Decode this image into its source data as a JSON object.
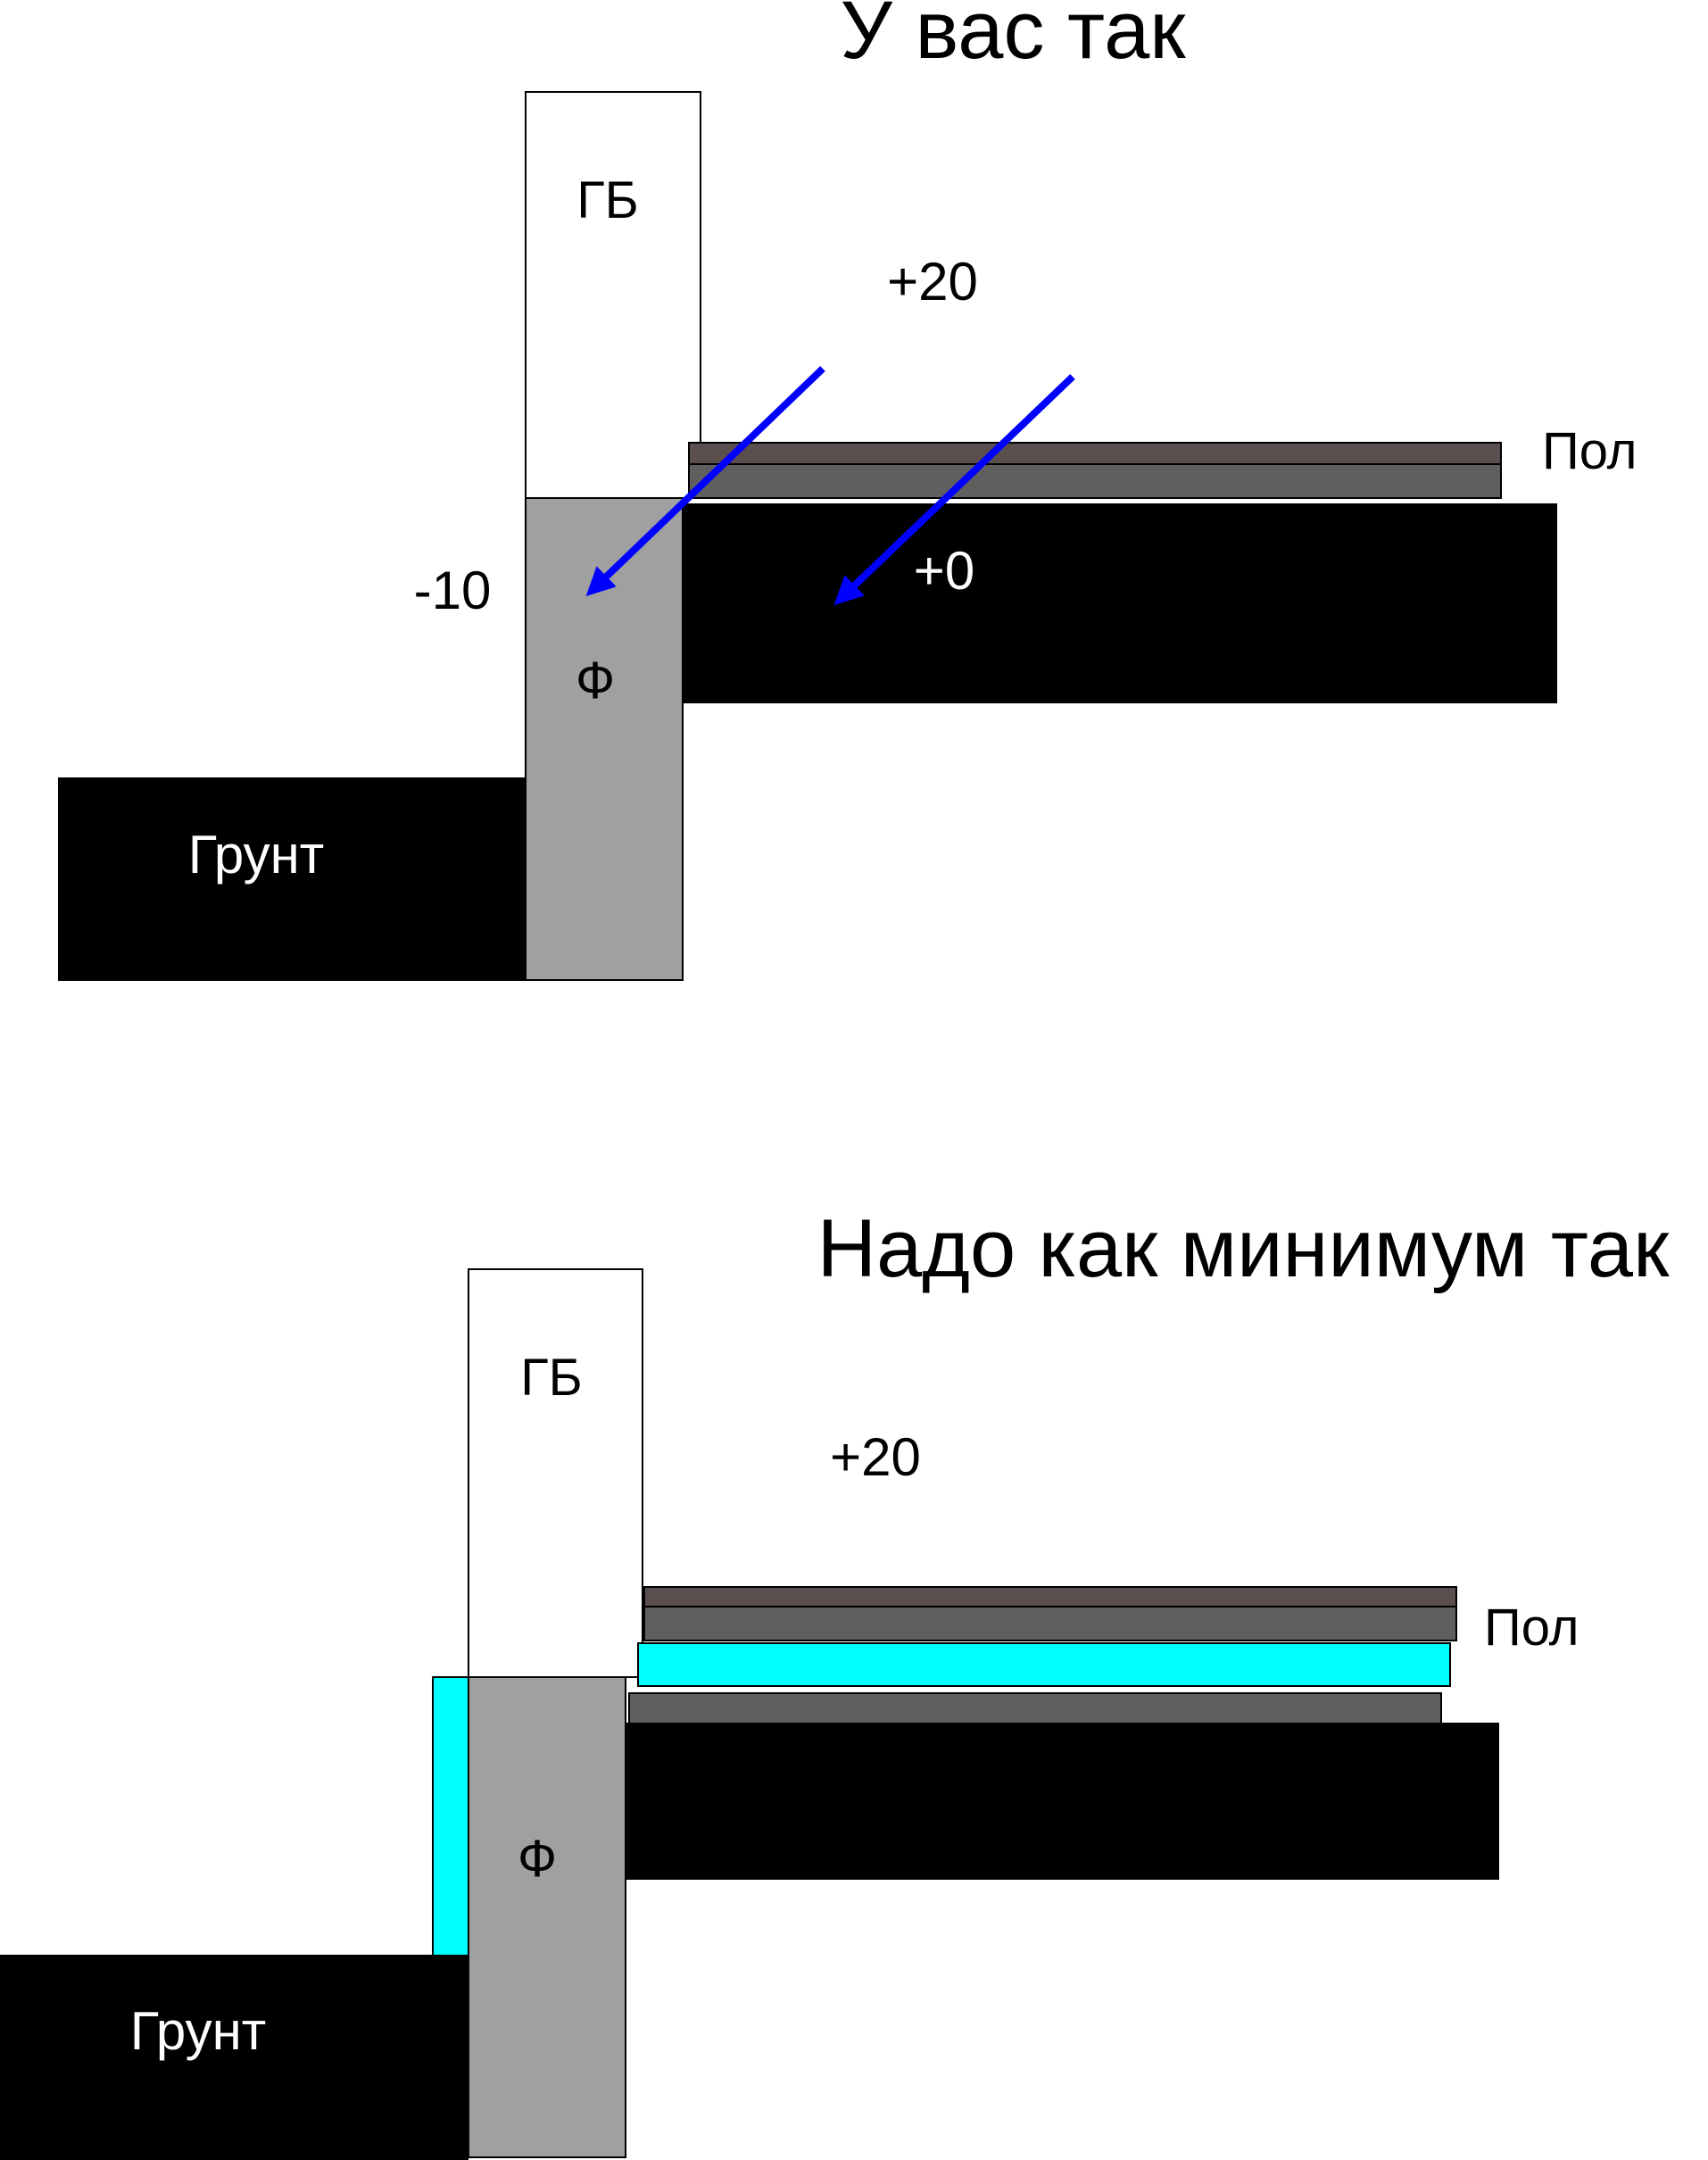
{
  "top_section": {
    "title": "У вас так",
    "wall_label": "ГБ",
    "foundation_label": "Ф",
    "ground_label": "Грунт",
    "floor_label": "Пол",
    "temp_inside": "+20",
    "temp_outside": "-10",
    "temp_slab": "+0"
  },
  "bottom_section": {
    "title": "Надо как минимум так",
    "wall_label": "ГБ",
    "foundation_label": "Ф",
    "ground_label": "Грунт",
    "floor_label": "Пол",
    "temp_inside": "+20"
  },
  "colors": {
    "wall": "#ffffff",
    "foundation": "#a0a0a0",
    "ground": "#000000",
    "slab": "#000000",
    "floor_top": "#5a4e4e",
    "floor_layer": "#5f5f5f",
    "insulation": "#00ffff",
    "arrow": "#0000ff"
  }
}
